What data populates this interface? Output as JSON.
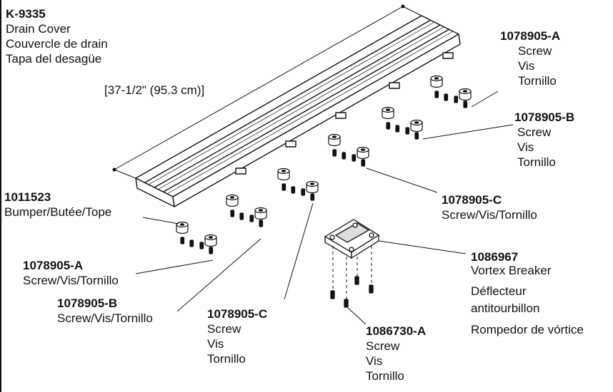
{
  "callouts": {
    "k9335": {
      "part": "K-9335",
      "lines": [
        "Drain Cover",
        "Couvercle de drain",
        "Tapa del desagüe"
      ]
    },
    "dimension": "[37-1/2\" (95.3 cm)]",
    "screw_a_top": {
      "part": "1078905-A",
      "lines": [
        "Screw",
        "Vis",
        "Tornillo"
      ]
    },
    "screw_b_top": {
      "part": "1078905-B",
      "lines": [
        "Screw",
        "Vis",
        "Tornillo"
      ]
    },
    "screw_c_right": {
      "part": "1078905-C",
      "line": "Screw/Vis/Tornillo"
    },
    "bumper": {
      "part": "1011523",
      "line": "Bumper/Butée/Tope"
    },
    "screw_a_left": {
      "part": "1078905-A",
      "line": "Screw/Vis/Tornillo"
    },
    "screw_b_left": {
      "part": "1078905-B",
      "line": "Screw/Vis/Tornillo"
    },
    "screw_c_bottom": {
      "part": "1078905-C",
      "lines": [
        "Screw",
        "Vis",
        "Tornillo"
      ]
    },
    "vortex": {
      "part": "1086967",
      "lines": [
        "Vortex Breaker",
        "Déflecteur",
        "antitourbillon",
        "Rompedor de vórtice"
      ]
    },
    "screw_vortex": {
      "part": "1086730-A",
      "lines": [
        "Screw",
        "Vis",
        "Tornillo"
      ]
    }
  }
}
